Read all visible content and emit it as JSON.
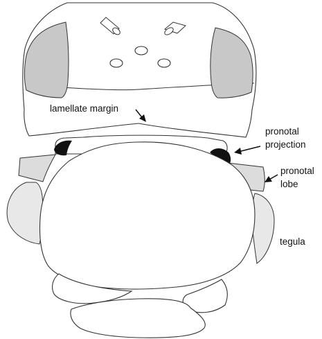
{
  "labels": {
    "lamellate_margin": "lamellate margin",
    "pronotal_projection_line1": "pronotal",
    "pronotal_projection_line2": "projection",
    "pronotal_lobe_line1": "pronotal",
    "pronotal_lobe_line2": "lobe",
    "tegula": "tegula"
  },
  "colors": {
    "outline": "#333333",
    "eye_fill": "#c8c8c8",
    "tegula_fill": "#e8e8e8",
    "lobe_fill": "#dcdcdc",
    "projection_fill": "#111111",
    "body_fill": "#ffffff"
  }
}
